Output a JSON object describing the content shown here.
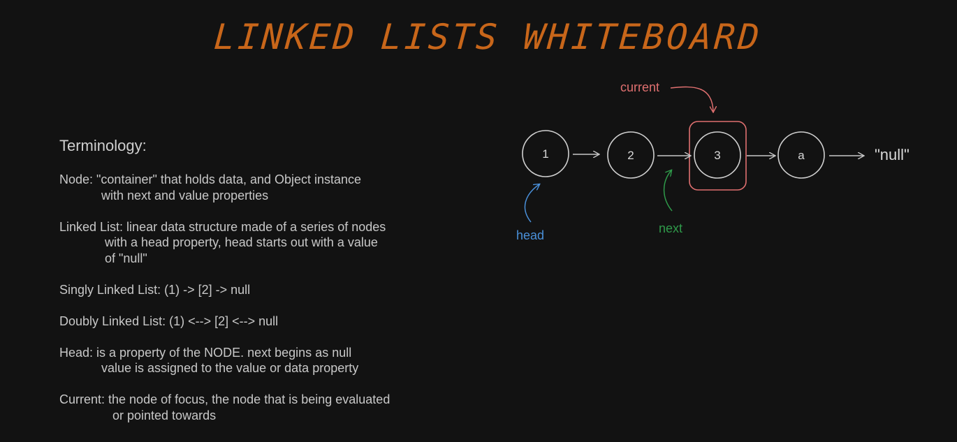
{
  "title": "LINKED LISTS WHITEBOARD",
  "terminology": {
    "heading": "Terminology:",
    "node": [
      "Node: \"container\" that holds data, and Object instance",
      "with next and value properties"
    ],
    "linked_list": [
      "Linked List: linear data structure made of a series of nodes",
      "with a head property, head starts out with a value",
      "of \"null\""
    ],
    "singly": [
      "Singly Linked List: (1) -> [2] -> null"
    ],
    "doubly": [
      "Doubly Linked List: (1) <--> [2] <--> null"
    ],
    "head": [
      "Head: is a property of the NODE. next begins as null",
      "value is assigned to the value or data property"
    ],
    "current": [
      "Current: the node of focus, the node that is being evaluated",
      "or pointed towards"
    ]
  },
  "diagram": {
    "nodes": [
      "1",
      "2",
      "3",
      "a"
    ],
    "tail_label": "\"null\"",
    "pointer_current": "current",
    "pointer_head": "head",
    "pointer_next": "next"
  },
  "colors": {
    "title": "#c8661a",
    "current": "#e07070",
    "head": "#4a90d9",
    "next": "#2f9a4a",
    "node_stroke": "#d0d0d0"
  }
}
